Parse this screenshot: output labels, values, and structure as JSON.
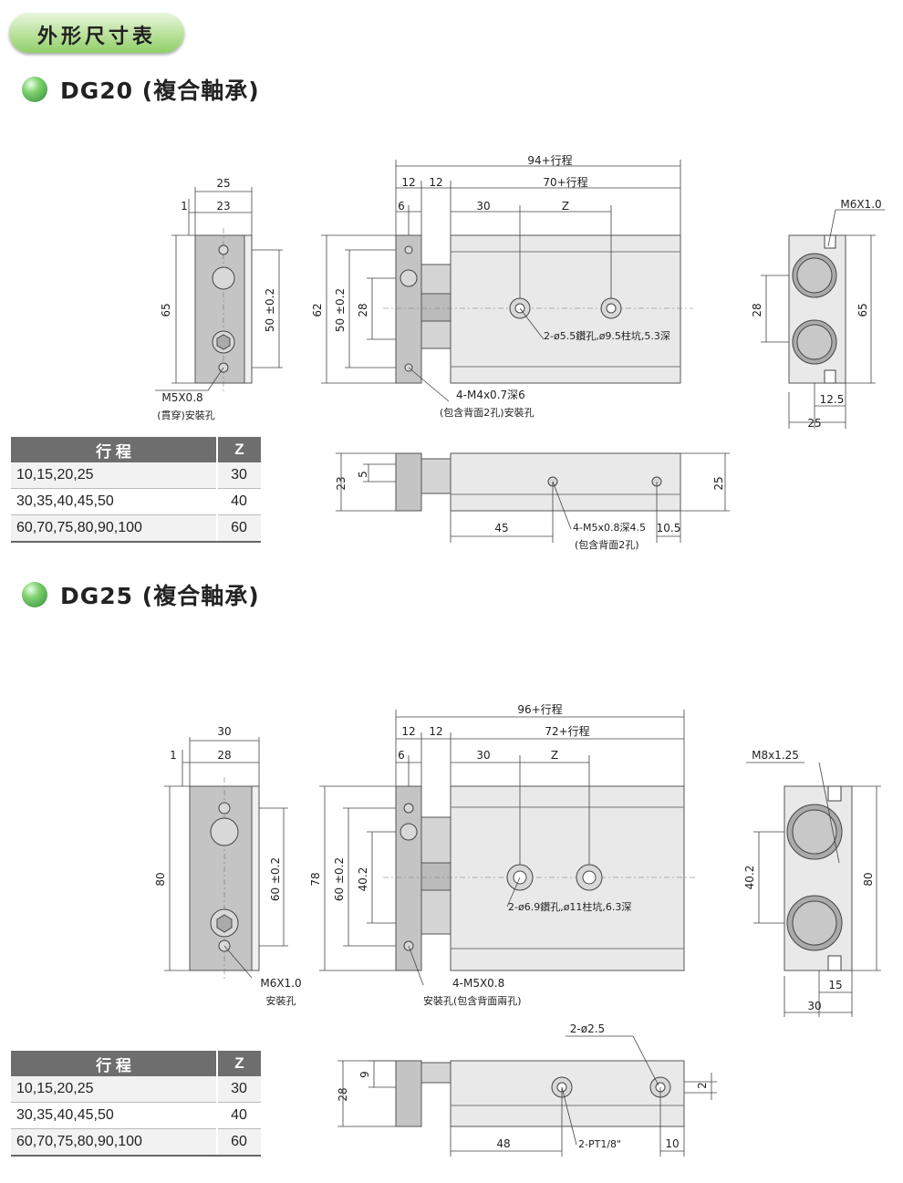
{
  "header": {
    "title": "外形尺寸表"
  },
  "sections": [
    {
      "title": "DG20 (複合軸承)",
      "table": {
        "col_stroke": "行 程",
        "col_z": "Z",
        "rows": [
          {
            "stroke": "10,15,20,25",
            "z": "30"
          },
          {
            "stroke": "30,35,40,45,50",
            "z": "40"
          },
          {
            "stroke": "60,70,75,80,90,100",
            "z": "60"
          }
        ]
      },
      "dims": {
        "d25": "25",
        "d1": "1",
        "d23": "23",
        "d65": "65",
        "d50": "50 ±0.2",
        "m5": "M5X0.8",
        "m5_note": "(貫穿)安裝孔",
        "d94": "94+行程",
        "d12a": "12",
        "d12b": "12",
        "d70": "70+行程",
        "d6": "6",
        "d30": "30",
        "dz": "Z",
        "d62": "62",
        "d50b": "50 ±0.2",
        "d28": "28",
        "note_bore": "2-ø5.5鑽孔,ø9.5柱坑,5.3深",
        "note_m4": "4-M4x0.7深6",
        "note_m4b": "(包含背面2孔)安裝孔",
        "m6": "M6X1.0",
        "d28r": "28",
        "d65r": "65",
        "d125": "12.5",
        "d25r": "25",
        "d23b": "23",
        "d5": "5",
        "d25b": "25",
        "d45": "45",
        "note_m5": "4-M5x0.8深4.5",
        "d105": "10.5",
        "note_m5b": "(包含背面2孔)"
      }
    },
    {
      "title": "DG25 (複合軸承)",
      "table": {
        "col_stroke": "行 程",
        "col_z": "Z",
        "rows": [
          {
            "stroke": "10,15,20,25",
            "z": "30"
          },
          {
            "stroke": "30,35,40,45,50",
            "z": "40"
          },
          {
            "stroke": "60,70,75,80,90,100",
            "z": "60"
          }
        ]
      },
      "dims": {
        "d30": "30",
        "d1": "1",
        "d28": "28",
        "d80": "80",
        "d60": "60 ±0.2",
        "m6": "M6X1.0",
        "m6_note": "安裝孔",
        "d96": "96+行程",
        "d12a": "12",
        "d12b": "12",
        "d72": "72+行程",
        "d6": "6",
        "d30b": "30",
        "dz": "Z",
        "d78": "78",
        "d60b": "60 ±0.2",
        "d402": "40.2",
        "note_bore": "2-ø6.9鑽孔,ø11柱坑,6.3深",
        "note_m5": "4-M5X0.8",
        "note_m5b": "安裝孔(包含背面兩孔)",
        "m8": "M8x1.25",
        "d402r": "40.2",
        "d80r": "80",
        "d15": "15",
        "d30r": "30",
        "note_25": "2-ø2.5",
        "d28b": "28",
        "d9": "9",
        "d2": "2",
        "d48": "48",
        "note_pt": "2-PT1/8\"",
        "d10": "10"
      }
    }
  ]
}
